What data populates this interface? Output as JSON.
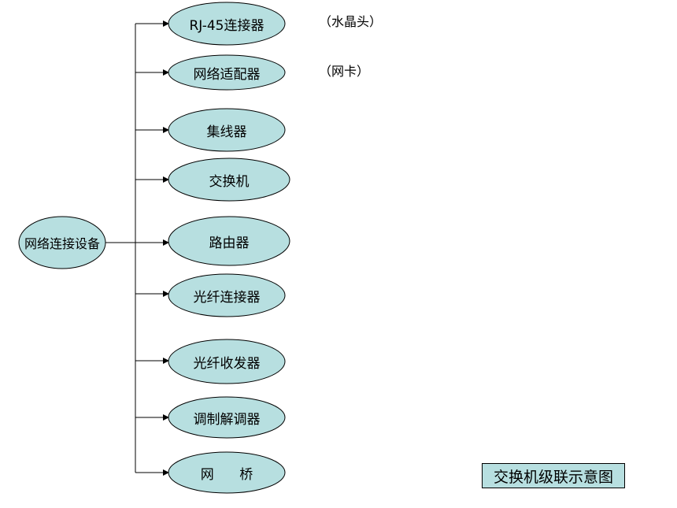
{
  "diagram": {
    "root": {
      "label": "网络连接设备"
    },
    "children": [
      {
        "label": "RJ-45连接器",
        "note": "（水晶头）"
      },
      {
        "label": "网络适配器",
        "note": "（网卡）"
      },
      {
        "label": "集线器"
      },
      {
        "label": "交换机"
      },
      {
        "label": "路由器"
      },
      {
        "label": "光纤连接器"
      },
      {
        "label": "光纤收发器"
      },
      {
        "label": "调制解调器"
      },
      {
        "label": "网      桥"
      }
    ],
    "caption": "交换机级联示意图",
    "colors": {
      "node_fill": "#b7dfe0",
      "stroke": "#000000",
      "caption_fill": "#b7dfe0"
    }
  }
}
